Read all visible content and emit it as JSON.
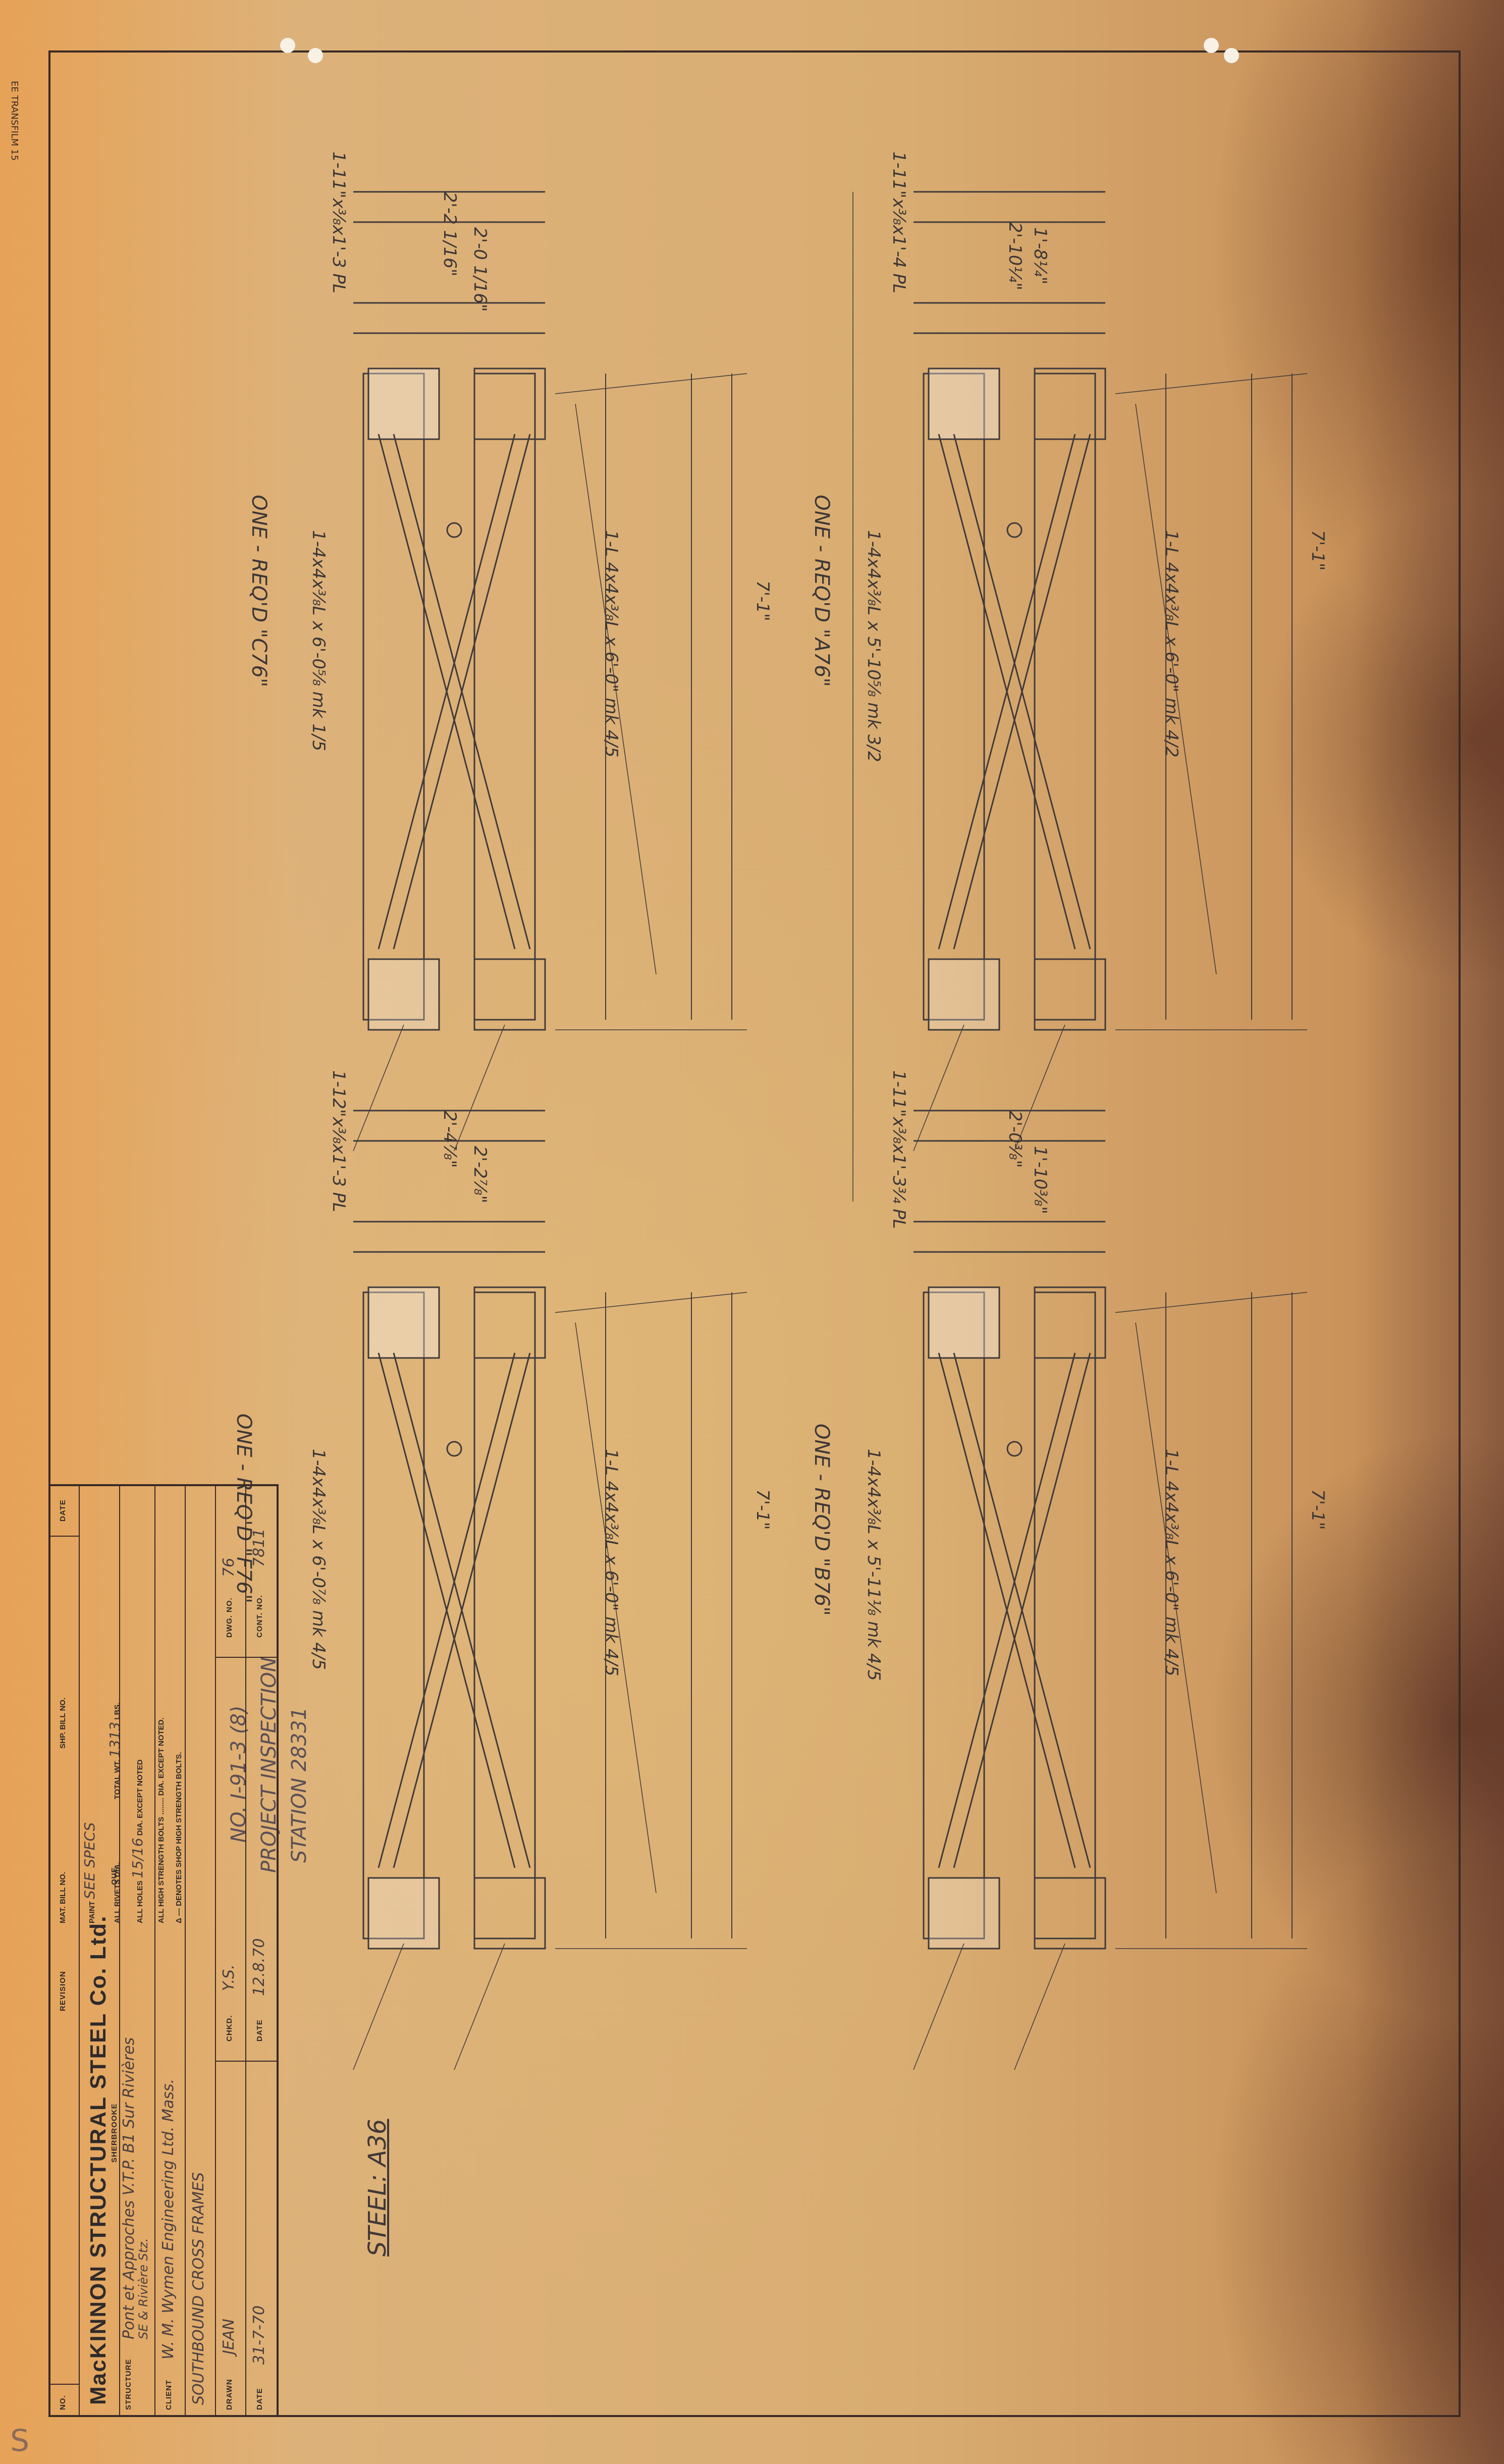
{
  "maker_mark": "EE TRANSFILM 15",
  "title_block": {
    "revision_header": "REVISION",
    "no_header": "NO.",
    "date_header": "DATE",
    "company": "MacKINNON STRUCTURAL STEEL Co. Ltd.",
    "company_city": "SHERBROOKE",
    "company_province": "QUE.",
    "structure_label": "STRUCTURE",
    "structure_value": "Pont et Approches V.T.P. B1 Sur Rivières",
    "structure_value_2": "SE & Rivière Stz.",
    "client_label": "CLIENT",
    "client_value": "W. M. Wymen Engineering Ltd. Mass.",
    "part_value": "SOUTHBOUND CROSS FRAMES",
    "drawn_label": "DRAWN",
    "drawn_value": "JEAN",
    "chkd_label": "CHKD.",
    "chkd_value": "Y.S.",
    "dwg_no_label": "DWG. NO.",
    "dwg_no_value": "76",
    "date_label": "DATE",
    "date_value": "31-7-70",
    "date2_label": "DATE",
    "date2_value": "12.8.70",
    "contr_no_label": "CONT. NO.",
    "contr_no_value": "7811"
  },
  "notes": {
    "line1": "Δ — DENOTES SHOP HIGH STRENGTH BOLTS.",
    "line2": "ALL HIGH STRENGTH BOLTS ........ DIA. EXCEPT NOTED.",
    "holes_label": "ALL HOLES",
    "holes_value": "15/16",
    "holes_tail": "DIA. EXCEPT NOTED",
    "rivets_label": "ALL RIVETS",
    "rivets_tail": "DIA.",
    "total_wt_label": "TOTAL WT.",
    "total_wt_value": "1313",
    "lbs": "LBS.",
    "paint_label": "PAINT",
    "paint_value": "SEE SPECS",
    "mat_bill_label": "MAT. BILL NO.",
    "shp_bill_label": "SHP. BILL NO."
  },
  "stamp": {
    "line1": "STATION 28331",
    "line2": "PROJECT INSPECTION",
    "line3": "NO. I-91-3 (8)"
  },
  "steel_note": "STEEL: A36",
  "frames": [
    {
      "label": "ONE - REQ'D \"A76\"",
      "overall": "2'-10¼\"",
      "inner": "1'-8¼\"",
      "diag": "1-4x4x⅜L x 5'-10⅝ mk 3/2",
      "top": "1-L 4x4x⅜L x 6'-0\" mk 4/2",
      "height": "7'-1\"",
      "plate": "1-11\"x⅜x1'-4 PL"
    },
    {
      "label": "ONE - REQ'D \"B76\"",
      "overall": "2'-0⅜\"",
      "inner": "1'-10⅜\"",
      "diag": "1-4x4x⅜L x 5'-11⅛ mk 4/5",
      "top": "1-L 4x4x⅜L x 6'-0\" mk 4/5",
      "height": "7'-1\"",
      "plate": "1-11\"x⅜x1'-3¾ PL"
    },
    {
      "label": "ONE - REQ'D \"C76\"",
      "overall": "2'-2 1/16\"",
      "inner": "2'-0 1/16\"",
      "diag": "1-4x4x⅜L x 6'-0⅝ mk 1/5",
      "top": "1-L 4x4x⅜L x 6'-0\" mk 4/5",
      "height": "7'-1\"",
      "plate": "1-11\"x⅜x1'-3 PL"
    },
    {
      "label": "ONE - REQ'D \"F76\"",
      "overall": "2'-4⅞\"",
      "inner": "2'-2⅞\"",
      "diag": "1-4x4x⅜L x 6'-0⅞ mk 4/5",
      "top": "1-L 4x4x⅜L x 6'-0\" mk 4/5",
      "height": "7'-1\"",
      "plate": "1-12\"x⅜x1'-3 PL"
    }
  ],
  "corner_mark": "S"
}
